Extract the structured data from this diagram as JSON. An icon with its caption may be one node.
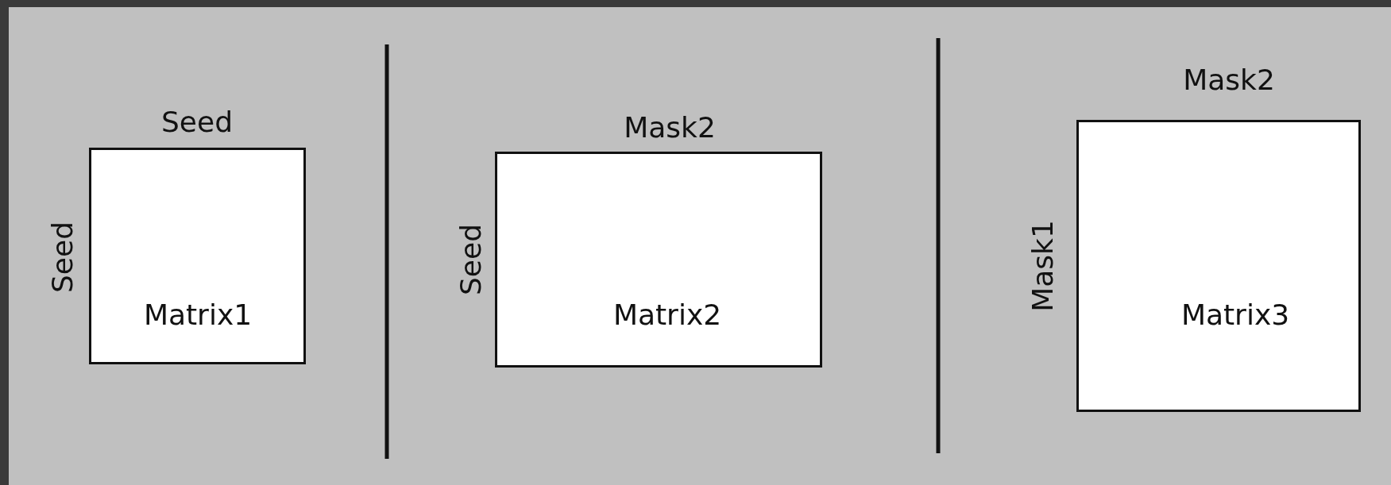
{
  "diagram": {
    "nodes": [
      {
        "text": [
          "Matrix1"
        ],
        "beside": [
          "Seed",
          "Seed"
        ]
      },
      {
        "text": [
          "Matrix2"
        ],
        "beside": [
          "Mask2",
          "Seed"
        ]
      },
      {
        "text": [
          "Matrix3"
        ],
        "beside": [
          "Mask2",
          "Mask1"
        ]
      }
    ]
  }
}
